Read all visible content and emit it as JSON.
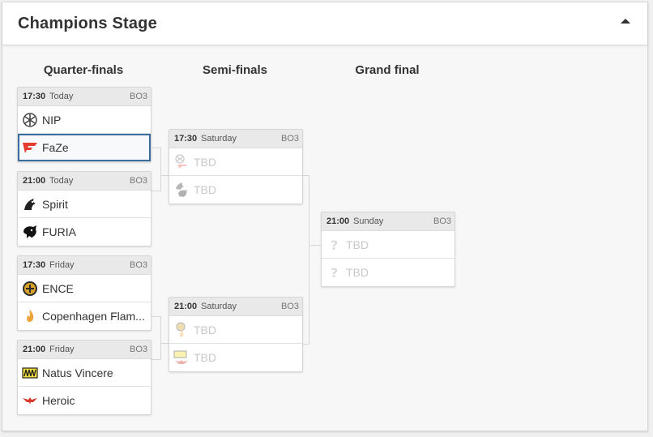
{
  "header": {
    "title": "Champions Stage"
  },
  "rounds": {
    "quarter": "Quarter-finals",
    "semi": "Semi-finals",
    "final": "Grand final"
  },
  "qf": [
    {
      "time": "17:30",
      "day": "Today",
      "bo": "BO3",
      "teams": [
        {
          "name": "NIP",
          "logo": "nip-logo"
        },
        {
          "name": "FaZe",
          "logo": "faze-logo"
        }
      ]
    },
    {
      "time": "21:00",
      "day": "Today",
      "bo": "BO3",
      "teams": [
        {
          "name": "Spirit",
          "logo": "spirit-logo"
        },
        {
          "name": "FURIA",
          "logo": "furia-logo"
        }
      ]
    },
    {
      "time": "17:30",
      "day": "Friday",
      "bo": "BO3",
      "teams": [
        {
          "name": "ENCE",
          "logo": "ence-logo"
        },
        {
          "name": "Copenhagen Flam...",
          "logo": "copenhagen-flames-logo"
        }
      ]
    },
    {
      "time": "21:00",
      "day": "Friday",
      "bo": "BO3",
      "teams": [
        {
          "name": "Natus Vincere",
          "logo": "navi-logo"
        },
        {
          "name": "Heroic",
          "logo": "heroic-logo"
        }
      ]
    }
  ],
  "sf": [
    {
      "time": "17:30",
      "day": "Saturday",
      "bo": "BO3",
      "teams": [
        {
          "name": "TBD"
        },
        {
          "name": "TBD"
        }
      ]
    },
    {
      "time": "21:00",
      "day": "Saturday",
      "bo": "BO3",
      "teams": [
        {
          "name": "TBD"
        },
        {
          "name": "TBD"
        }
      ]
    }
  ],
  "gf": {
    "time": "21:00",
    "day": "Sunday",
    "bo": "BO3",
    "teams": [
      {
        "name": "TBD"
      },
      {
        "name": "TBD"
      }
    ]
  },
  "colors": {
    "accent": "#3b6c9e",
    "faze": "#e43d30",
    "heroic": "#d93a2b",
    "navi": "#f3e03b"
  }
}
